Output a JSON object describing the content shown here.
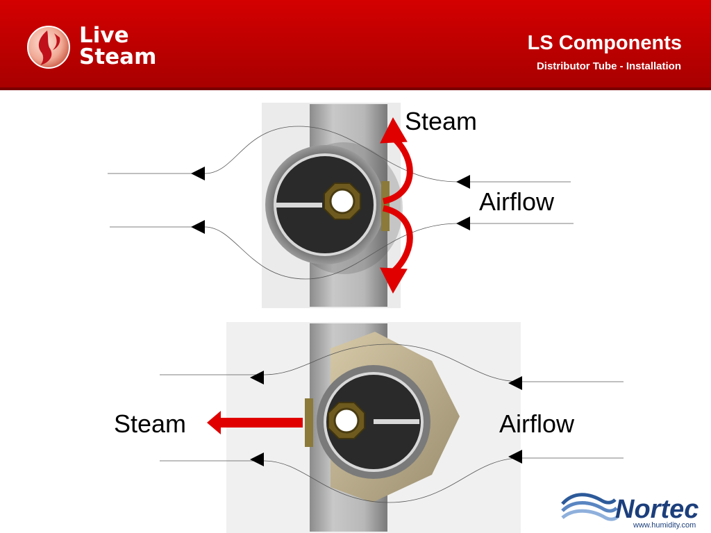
{
  "header": {
    "logo_line1": "Live",
    "logo_line2": "Steam",
    "title": "LS Components",
    "subtitle": "Distributor Tube - Installation"
  },
  "diagram_top": {
    "steam_label": "Steam",
    "airflow_label": "Airflow"
  },
  "diagram_bottom": {
    "steam_label": "Steam",
    "airflow_label": "Airflow"
  },
  "footer": {
    "brand": "Nortec",
    "url": "www.humidity.com"
  },
  "colors": {
    "header_red": "#c00000",
    "steam_arrow": "#e00000",
    "tube_dark": "#2a2a2a",
    "fitting_gold": "#6e5a1e",
    "insulation_tan": "#c9bb9b",
    "brand_blue": "#1c3f7c"
  }
}
